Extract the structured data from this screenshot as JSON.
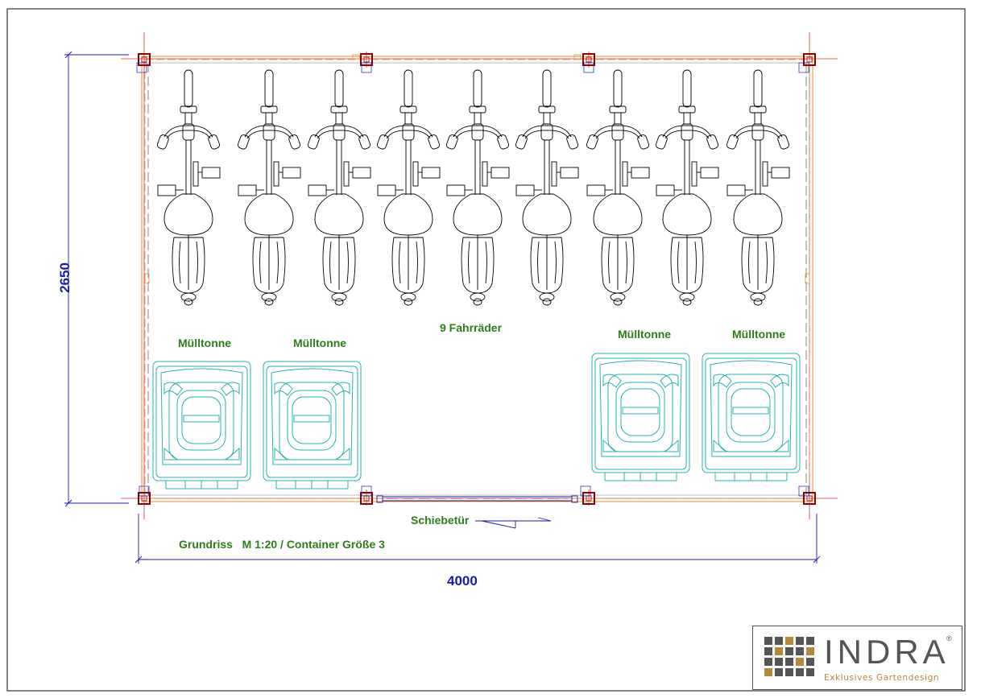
{
  "labels": {
    "bicycles": "9 Fahrräder",
    "bin": "Mülltonne",
    "door": "Schiebetür",
    "plan_title": "Grundriss   M 1:20 / Container Größe 3"
  },
  "dimensions": {
    "width": "4000",
    "height": "2650"
  },
  "logo": {
    "name": "INDRA",
    "registered": "®",
    "tagline": "Exklusives Gartendesign"
  },
  "content": {
    "bicycle_count": 9,
    "bin_count": 4
  },
  "colors": {
    "dimension": "#1a1aa6",
    "label": "#2e7d1a",
    "bin": "#2ab0b0",
    "post": "#8b0000",
    "wall": "#e09040",
    "axis": "#e03030",
    "bike": "#000000",
    "logo_gray": "#555555",
    "logo_gold": "#b28a3a"
  }
}
